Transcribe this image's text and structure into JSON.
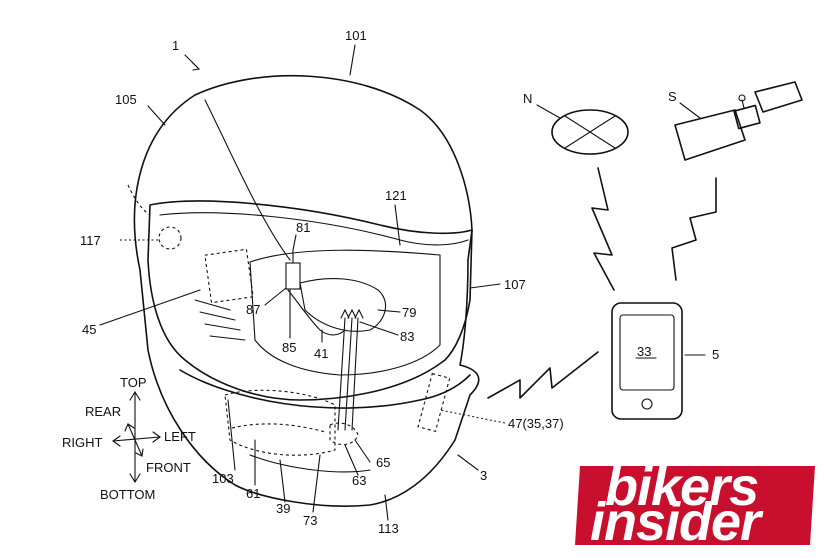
{
  "labels": {
    "fig": "1",
    "l101": "101",
    "l105": "105",
    "l117": "117",
    "l121": "121",
    "l81": "81",
    "l107": "107",
    "l87": "87",
    "l79": "79",
    "l45": "45",
    "l85": "85",
    "l83": "83",
    "l41": "41",
    "l5": "5",
    "l33": "33",
    "l47": "47(35,37)",
    "l65": "65",
    "l63": "63",
    "l103": "103",
    "l61": "61",
    "l39": "39",
    "l73": "73",
    "l113": "113",
    "l3": "3",
    "N": "N",
    "S": "S"
  },
  "directions": {
    "top": "TOP",
    "rear": "REAR",
    "right": "RIGHT",
    "left": "LEFT",
    "front": "FRONT",
    "bottom": "BOTTOM"
  },
  "logo": {
    "line1": "bikers",
    "line2": "insider",
    "color": "#c8102e"
  }
}
